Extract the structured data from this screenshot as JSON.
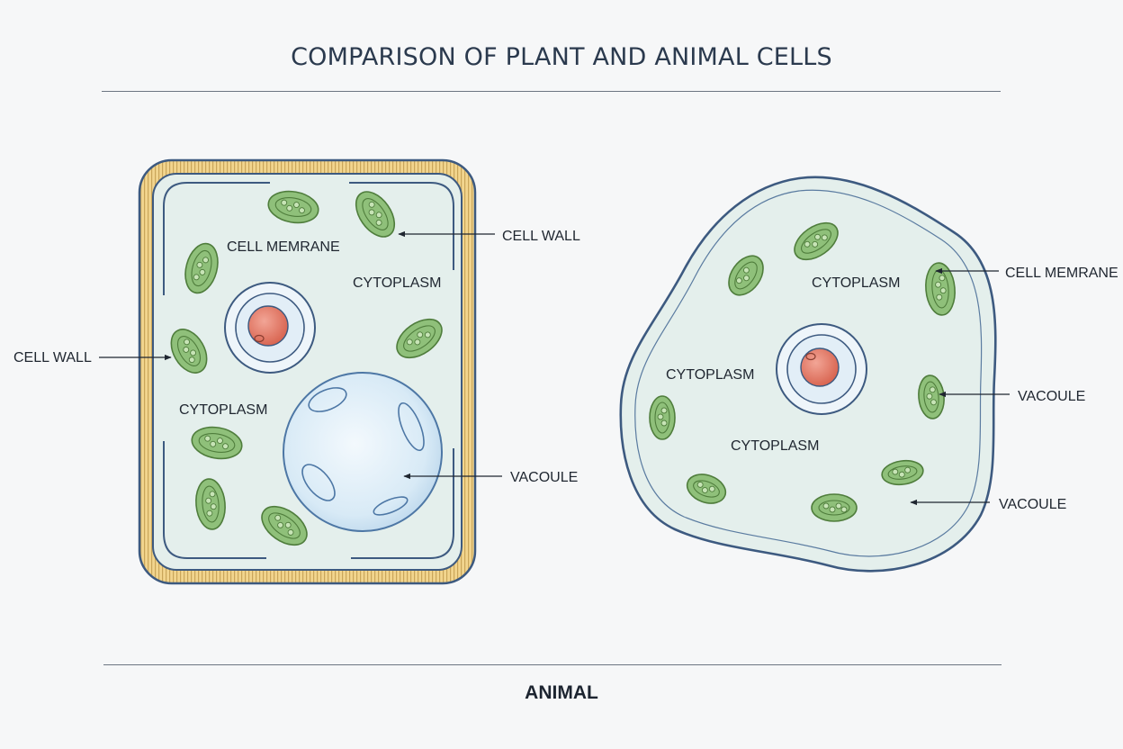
{
  "title": "COMPARISON OF PLANT AND ANIMAL CELLS",
  "footer_label": "ANIMAL",
  "colors": {
    "cell_fill": "#e4efec",
    "outline": "#3d5a80",
    "cell_wall": "#f2d58e",
    "chloroplast": "#8fc07a",
    "nucleolus": "#e07a68",
    "vacuole": "#d6e8f5"
  },
  "plant_cell": {
    "labels": {
      "cell_membrane": "CELL MEMRANE",
      "cytoplasm_top": "CYTOPLASM",
      "cytoplasm_left": "CYTOPLASM",
      "cell_wall_right": "CELL WALL",
      "cell_wall_left": "CELL WALL",
      "vacuole": "VACOULE"
    }
  },
  "animal_cell": {
    "labels": {
      "cytoplasm_top": "CYTOPLASM",
      "cytoplasm_left": "CYTOPLASM",
      "cytoplasm_bottom": "CYTOPLASM",
      "cell_membrane": "CELL MEMRANE",
      "vacuole_upper": "VACOULE",
      "vacuole_lower": "VACOULE"
    }
  }
}
